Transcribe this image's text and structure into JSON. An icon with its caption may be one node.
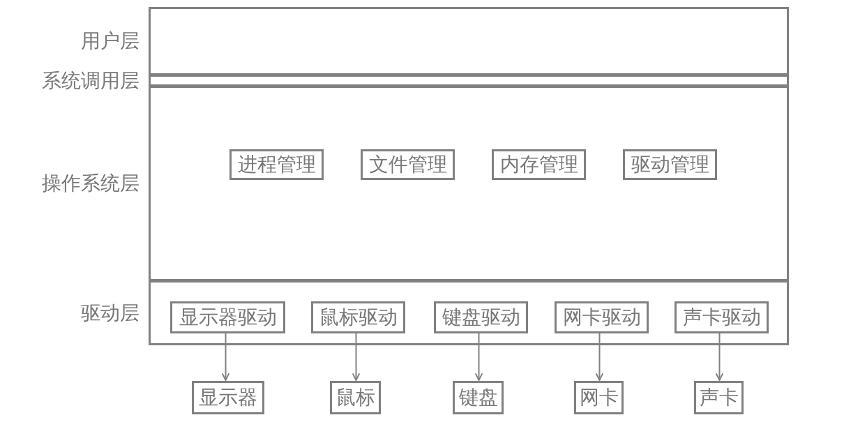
{
  "diagram": {
    "nodes": [
      {
        "text": [
          "用户层"
        ]
      },
      {
        "text": [
          "系统调用层"
        ]
      },
      {
        "text": [
          "操作系统层"
        ]
      },
      {
        "text": [
          "进程管理"
        ],
        "in": 2
      },
      {
        "text": [
          "文件管理"
        ],
        "in": 2
      },
      {
        "text": [
          "内存管理"
        ],
        "in": 2
      },
      {
        "text": [
          "驱动管理"
        ],
        "in": 2
      },
      {
        "text": [
          "驱动层"
        ]
      },
      {
        "text": [
          "显示器驱动"
        ],
        "in": 7
      },
      {
        "text": [
          "鼠标驱动"
        ],
        "in": 7
      },
      {
        "text": [
          "键盘驱动"
        ],
        "in": 7
      },
      {
        "text": [
          "网卡驱动"
        ],
        "in": 7
      },
      {
        "text": [
          "声卡驱动"
        ],
        "in": 7
      },
      {
        "text": [
          "显示器"
        ]
      },
      {
        "text": [
          "鼠标"
        ]
      },
      {
        "text": [
          "键盘"
        ]
      },
      {
        "text": [
          "网卡"
        ]
      },
      {
        "text": [
          "声卡"
        ]
      }
    ],
    "edges": [
      {
        "from": 8,
        "to": 13,
        "arrow": "to"
      },
      {
        "from": 9,
        "to": 14,
        "arrow": "to"
      },
      {
        "from": 10,
        "to": 15,
        "arrow": "to"
      },
      {
        "from": 11,
        "to": 16,
        "arrow": "to"
      },
      {
        "from": 12,
        "to": 17,
        "arrow": "to"
      }
    ]
  }
}
